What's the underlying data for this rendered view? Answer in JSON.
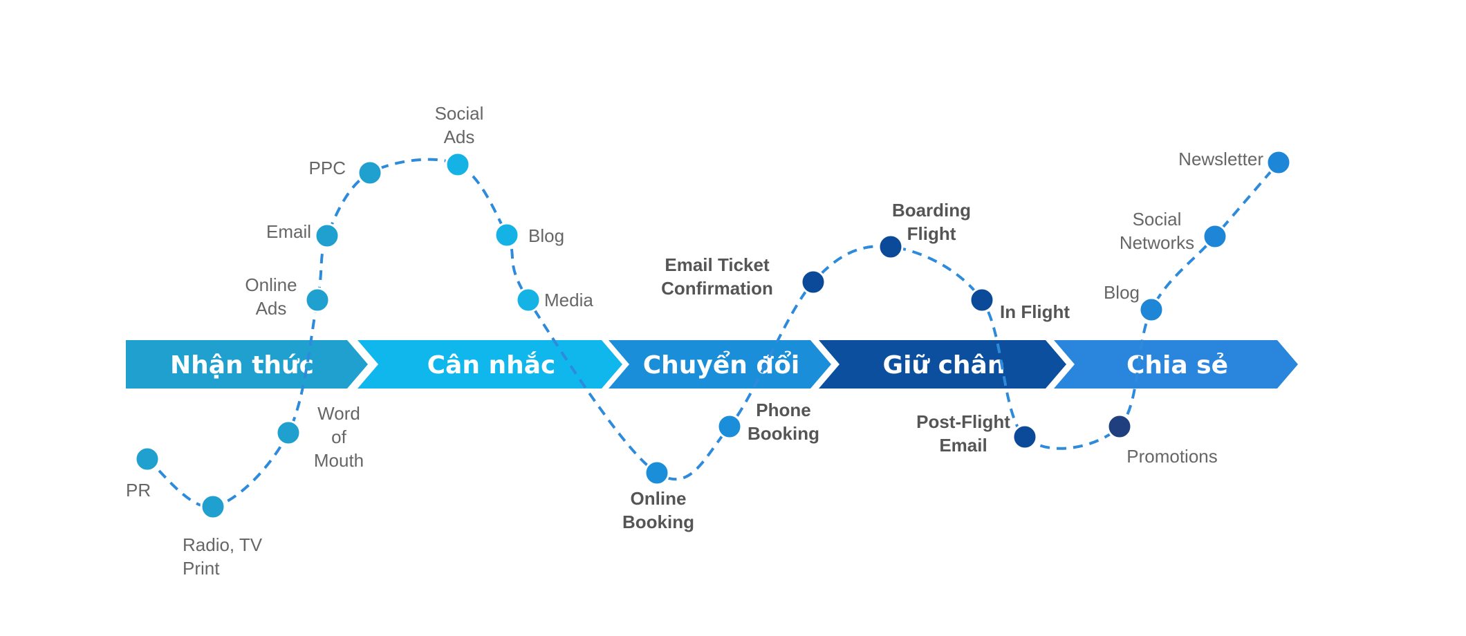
{
  "stages": [
    {
      "id": "nhan-thuc",
      "label": "Nhận thức",
      "color": "#1FA0CF"
    },
    {
      "id": "can-nhac",
      "label": "Cân nhắc",
      "color": "#10B7EC"
    },
    {
      "id": "chuyen-doi",
      "label": "Chuyển đổi",
      "color": "#1B8EDA"
    },
    {
      "id": "giu-chan",
      "label": "Giữ chân",
      "color": "#0C4F9E"
    },
    {
      "id": "chia-se",
      "label": "Chia sẻ",
      "color": "#2A86DC"
    }
  ],
  "touchpoints": [
    {
      "id": "pr",
      "lines": [
        "PR"
      ],
      "color": "#1FA0CF"
    },
    {
      "id": "radio-tv-print",
      "lines": [
        "Radio, TV",
        "Print"
      ],
      "color": "#1FA0CF"
    },
    {
      "id": "word-of-mouth",
      "lines": [
        "Word",
        "of",
        "Mouth"
      ],
      "color": "#1FA0CF"
    },
    {
      "id": "online-ads",
      "lines": [
        "Online",
        "Ads"
      ],
      "color": "#1FA0CF"
    },
    {
      "id": "email",
      "lines": [
        "Email"
      ],
      "color": "#1FA0CF"
    },
    {
      "id": "ppc",
      "lines": [
        "PPC"
      ],
      "color": "#1FA0CF"
    },
    {
      "id": "social-ads",
      "lines": [
        "Social",
        "Ads"
      ],
      "color": "#15B2E6"
    },
    {
      "id": "blog-consider",
      "lines": [
        "Blog"
      ],
      "color": "#15B2E6"
    },
    {
      "id": "media",
      "lines": [
        "Media"
      ],
      "color": "#15B2E6"
    },
    {
      "id": "online-booking",
      "lines": [
        "Online",
        "Booking"
      ],
      "color": "#1B8EDA"
    },
    {
      "id": "phone-booking",
      "lines": [
        "Phone",
        "Booking"
      ],
      "color": "#1B8EDA"
    },
    {
      "id": "email-ticket",
      "lines": [
        "Email Ticket",
        "Confirmation"
      ],
      "color": "#0B4A99"
    },
    {
      "id": "boarding-flight",
      "lines": [
        "Boarding",
        "Flight"
      ],
      "color": "#0B4A99"
    },
    {
      "id": "in-flight",
      "lines": [
        "In Flight"
      ],
      "color": "#0B4A99"
    },
    {
      "id": "post-flight-email",
      "lines": [
        "Post-Flight",
        "Email"
      ],
      "color": "#0B4A99"
    },
    {
      "id": "promotions",
      "lines": [
        "Promotions"
      ],
      "color": "#1F3F7E"
    },
    {
      "id": "blog-share",
      "lines": [
        "Blog"
      ],
      "color": "#1E86D6"
    },
    {
      "id": "social-networks",
      "lines": [
        "Social",
        "Networks"
      ],
      "color": "#1E86D6"
    },
    {
      "id": "newsletter",
      "lines": [
        "Newsletter"
      ],
      "color": "#1E86D6"
    }
  ],
  "line_color": "#2E8BDB"
}
